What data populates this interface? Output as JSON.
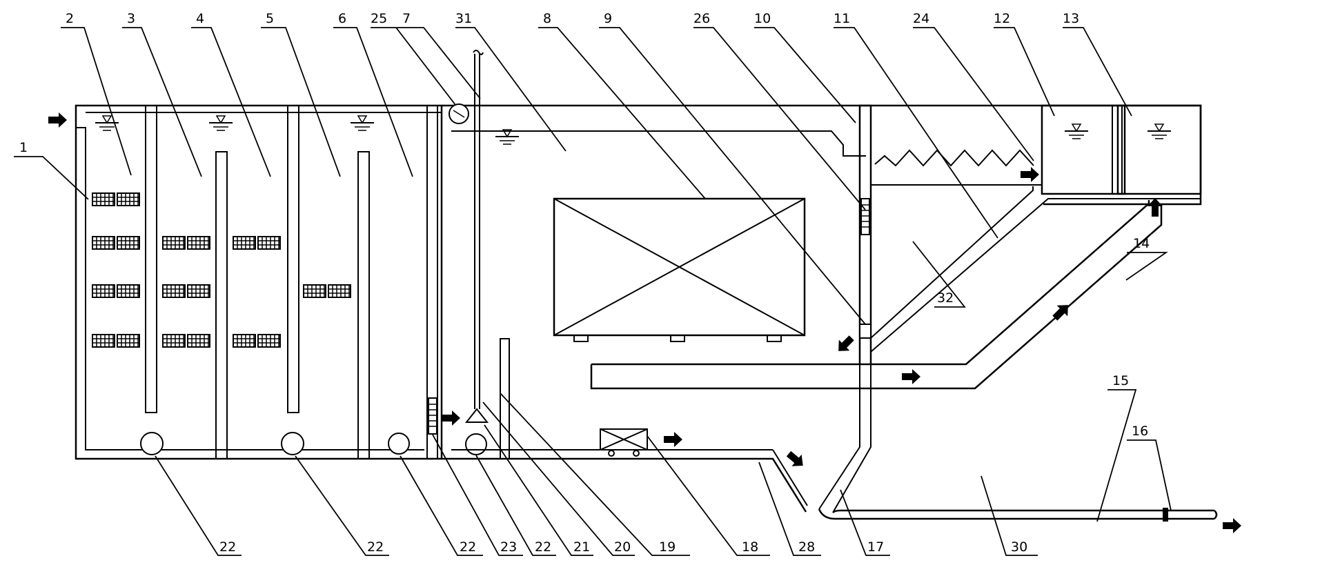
{
  "labels": [
    {
      "id": "1",
      "text": "1"
    },
    {
      "id": "2",
      "text": "2"
    },
    {
      "id": "3",
      "text": "3"
    },
    {
      "id": "4",
      "text": "4"
    },
    {
      "id": "5",
      "text": "5"
    },
    {
      "id": "6",
      "text": "6"
    },
    {
      "id": "25",
      "text": "25"
    },
    {
      "id": "7",
      "text": "7"
    },
    {
      "id": "31",
      "text": "31"
    },
    {
      "id": "8",
      "text": "8"
    },
    {
      "id": "9",
      "text": "9"
    },
    {
      "id": "26",
      "text": "26"
    },
    {
      "id": "10",
      "text": "10"
    },
    {
      "id": "11",
      "text": "11"
    },
    {
      "id": "24",
      "text": "24"
    },
    {
      "id": "12",
      "text": "12"
    },
    {
      "id": "13",
      "text": "13"
    },
    {
      "id": "14",
      "text": "14"
    },
    {
      "id": "15",
      "text": "15"
    },
    {
      "id": "16",
      "text": "16"
    },
    {
      "id": "32",
      "text": "32"
    },
    {
      "id": "22a",
      "text": "22"
    },
    {
      "id": "22b",
      "text": "22"
    },
    {
      "id": "22c",
      "text": "22"
    },
    {
      "id": "23",
      "text": "23"
    },
    {
      "id": "22d",
      "text": "22"
    },
    {
      "id": "21",
      "text": "21"
    },
    {
      "id": "20",
      "text": "20"
    },
    {
      "id": "19",
      "text": "19"
    },
    {
      "id": "18",
      "text": "18"
    },
    {
      "id": "28",
      "text": "28"
    },
    {
      "id": "17",
      "text": "17"
    },
    {
      "id": "30",
      "text": "30"
    }
  ]
}
